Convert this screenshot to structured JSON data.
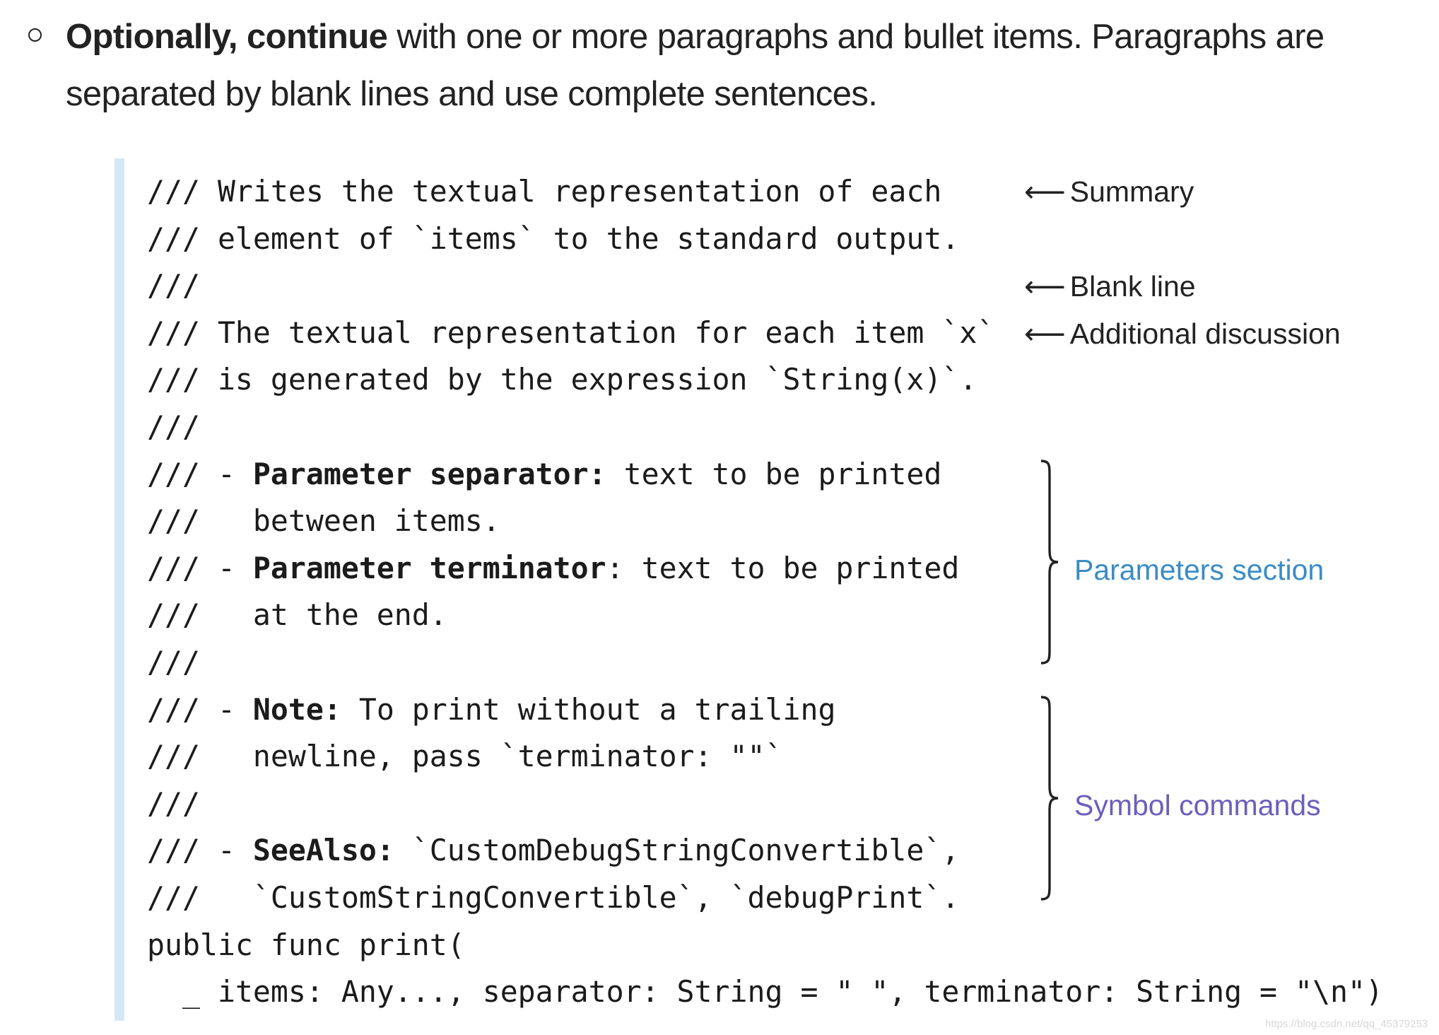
{
  "intro": {
    "bold": "Optionally, continue",
    "rest": " with one or more paragraphs and bullet items. Paragraphs are separated by blank lines and use complete sentences."
  },
  "code": {
    "lines": [
      [
        {
          "t": "/// Writes the textual representation of each"
        }
      ],
      [
        {
          "t": "/// element of `items` to the standard output."
        }
      ],
      [
        {
          "t": "///"
        }
      ],
      [
        {
          "t": "/// The textual representation for each item `x`"
        }
      ],
      [
        {
          "t": "/// is generated by the expression `String(x)`."
        }
      ],
      [
        {
          "t": "///"
        }
      ],
      [
        {
          "t": "/// - "
        },
        {
          "t": "Parameter separator:",
          "b": true
        },
        {
          "t": " text to be printed"
        }
      ],
      [
        {
          "t": "///   between items."
        }
      ],
      [
        {
          "t": "/// - "
        },
        {
          "t": "Parameter terminator",
          "b": true
        },
        {
          "t": ": text to be printed"
        }
      ],
      [
        {
          "t": "///   at the end."
        }
      ],
      [
        {
          "t": "///"
        }
      ],
      [
        {
          "t": "/// - "
        },
        {
          "t": "Note:",
          "b": true
        },
        {
          "t": " To print without a trailing"
        }
      ],
      [
        {
          "t": "///   newline, pass `terminator: \"\"`"
        }
      ],
      [
        {
          "t": "///"
        }
      ],
      [
        {
          "t": "/// - "
        },
        {
          "t": "SeeAlso:",
          "b": true
        },
        {
          "t": " `CustomDebugStringConvertible`,"
        }
      ],
      [
        {
          "t": "///   `CustomStringConvertible`, `debugPrint`."
        }
      ],
      [
        {
          "t": "public func print("
        }
      ],
      [
        {
          "t": "  _ items: Any..., separator: String = \" \", terminator: String = \"\\n\")"
        }
      ]
    ]
  },
  "annotations": {
    "arrow": "⟵",
    "summary": "Summary",
    "blank_line": "Blank line",
    "additional": "Additional discussion",
    "parameters": "Parameters section",
    "symbol_commands": "Symbol commands"
  },
  "colors": {
    "parameters": "#3a8cc5",
    "symbol_commands": "#6b5fbd",
    "code_bar": "#d5e7f4"
  },
  "watermark": "https://blog.csdn.net/qq_45379253"
}
